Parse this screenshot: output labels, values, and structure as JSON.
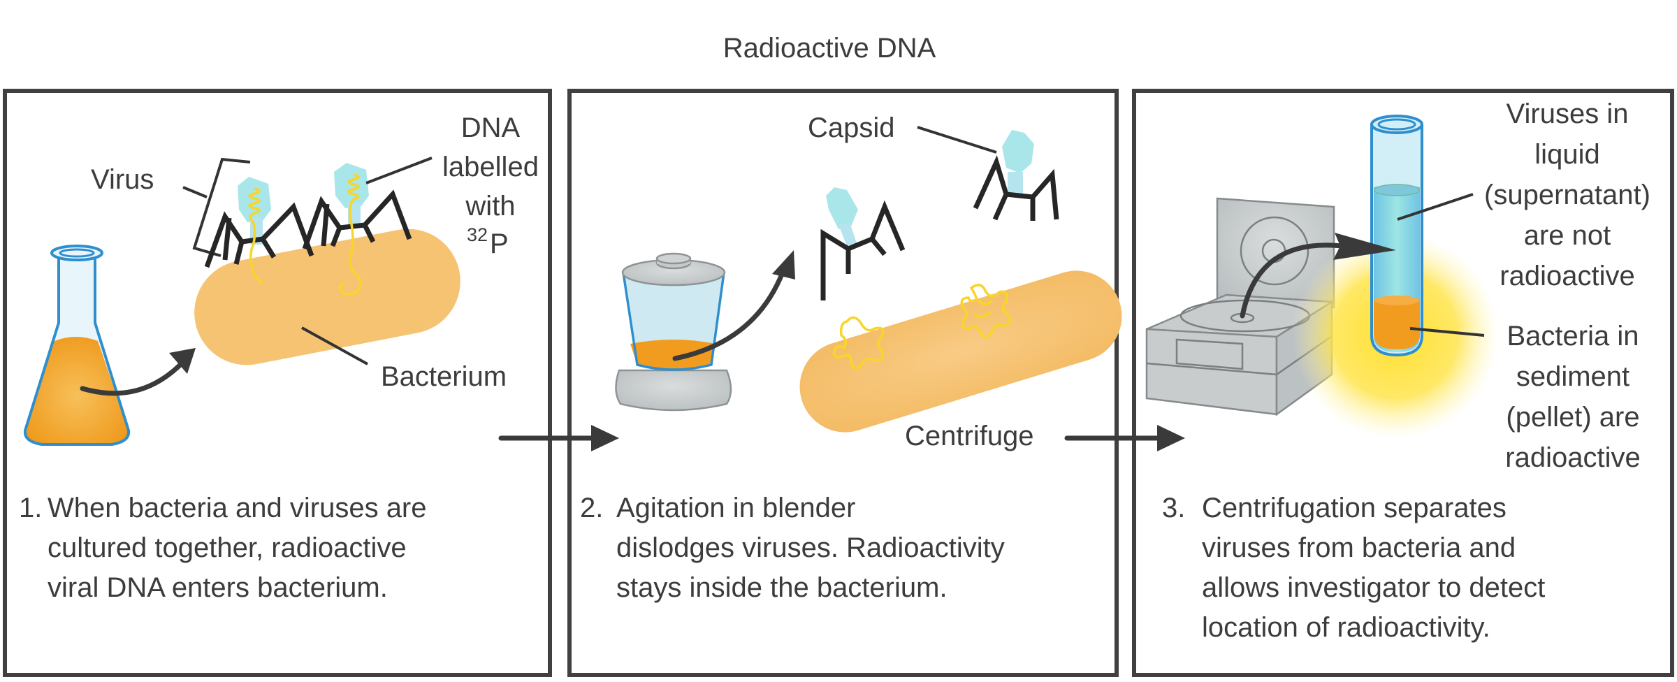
{
  "title": "Radioactive DNA",
  "colors": {
    "text": "#3c3c3c",
    "border": "#404040",
    "culture_orange": "#f29c1f",
    "bacterium": "#f6c373",
    "capsid": "#a8e6ea",
    "dna_yellow": "#f7d629",
    "glass_blue": "#2f8fce",
    "centrifuge_gray": "#c8cccd",
    "glow_yellow": "#ffe24a"
  },
  "panels": [
    {
      "number": "1.",
      "labels": {
        "virus": "Virus",
        "dna_line1": "DNA",
        "dna_line2": "labelled",
        "dna_line3": "with",
        "isotope_mass": "32",
        "isotope_symbol": "P",
        "bacterium": "Bacterium"
      },
      "caption": [
        "When bacteria and viruses are",
        "cultured together, radioactive",
        "viral DNA enters bacterium."
      ],
      "icons": [
        "flask-icon",
        "virus-icon",
        "bacterium-icon",
        "curved-arrow-icon"
      ]
    },
    {
      "number": "2.",
      "labels": {
        "capsid": "Capsid",
        "centrifuge": "Centrifuge"
      },
      "caption": [
        "Agitation in blender",
        "dislodges viruses. Radioactivity",
        "stays inside the bacterium."
      ],
      "icons": [
        "blender-icon",
        "capsid-icon",
        "bacterium-icon",
        "curved-arrow-icon"
      ]
    },
    {
      "number": "3.",
      "labels": {
        "supernatant": [
          "Viruses in",
          "liquid",
          "(supernatant)",
          "are not",
          "radioactive"
        ],
        "pellet": [
          "Bacteria in",
          "sediment",
          "(pellet) are",
          "radioactive"
        ]
      },
      "caption": [
        "Centrifugation separates",
        "viruses from bacteria and",
        "allows investigator to detect",
        "location of radioactivity."
      ],
      "icons": [
        "centrifuge-icon",
        "test-tube-icon",
        "glow-icon",
        "curved-arrow-icon"
      ]
    }
  ]
}
